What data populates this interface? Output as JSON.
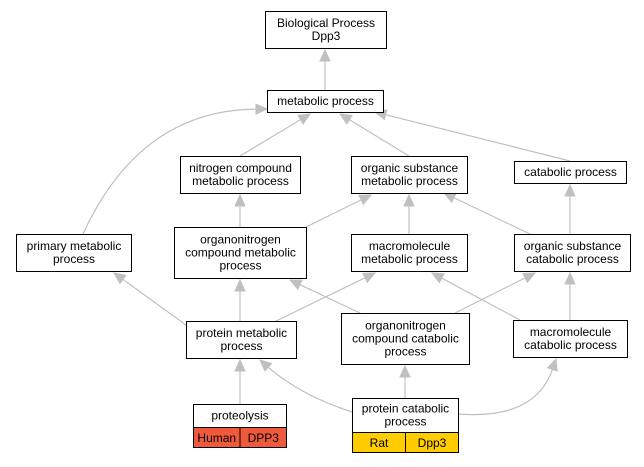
{
  "graph": {
    "nodes": [
      {
        "id": "root",
        "lines": [
          "Biological Process",
          "Dpp3"
        ]
      },
      {
        "id": "metabolic",
        "lines": [
          "metabolic process"
        ]
      },
      {
        "id": "nitrogen",
        "lines": [
          "nitrogen compound",
          "metabolic process"
        ]
      },
      {
        "id": "orgsub_met",
        "lines": [
          "organic substance",
          "metabolic process"
        ]
      },
      {
        "id": "catabolic",
        "lines": [
          "catabolic process"
        ]
      },
      {
        "id": "primary",
        "lines": [
          "primary metabolic",
          "process"
        ]
      },
      {
        "id": "organonit_met",
        "lines": [
          "organonitrogen",
          "compound metabolic",
          "process"
        ]
      },
      {
        "id": "macro_met",
        "lines": [
          "macromolecule",
          "metabolic process"
        ]
      },
      {
        "id": "orgsub_cat",
        "lines": [
          "organic substance",
          "catabolic process"
        ]
      },
      {
        "id": "protein_met",
        "lines": [
          "protein metabolic",
          "process"
        ]
      },
      {
        "id": "organonit_cat",
        "lines": [
          "organonitrogen",
          "compound catabolic",
          "process"
        ]
      },
      {
        "id": "macro_cat",
        "lines": [
          "macromolecule",
          "catabolic process"
        ]
      },
      {
        "id": "proteolysis",
        "lines": [
          "proteolysis"
        ]
      },
      {
        "id": "protein_cat",
        "lines": [
          "protein catabolic",
          "process"
        ]
      }
    ],
    "tags": [
      {
        "node": "proteolysis",
        "species": "Human",
        "gene": "DPP3",
        "color": "#f05a3c"
      },
      {
        "node": "protein_cat",
        "species": "Rat",
        "gene": "Dpp3",
        "color": "#ffcc00"
      }
    ],
    "edges": [
      {
        "from": "metabolic",
        "to": "root"
      },
      {
        "from": "nitrogen",
        "to": "metabolic"
      },
      {
        "from": "orgsub_met",
        "to": "metabolic"
      },
      {
        "from": "catabolic",
        "to": "metabolic"
      },
      {
        "from": "primary",
        "to": "metabolic"
      },
      {
        "from": "organonit_met",
        "to": "nitrogen"
      },
      {
        "from": "organonit_met",
        "to": "orgsub_met"
      },
      {
        "from": "macro_met",
        "to": "orgsub_met"
      },
      {
        "from": "orgsub_cat",
        "to": "orgsub_met"
      },
      {
        "from": "orgsub_cat",
        "to": "catabolic"
      },
      {
        "from": "protein_met",
        "to": "primary"
      },
      {
        "from": "protein_met",
        "to": "organonit_met"
      },
      {
        "from": "protein_met",
        "to": "macro_met"
      },
      {
        "from": "organonit_cat",
        "to": "organonit_met"
      },
      {
        "from": "organonit_cat",
        "to": "orgsub_cat"
      },
      {
        "from": "macro_cat",
        "to": "macro_met"
      },
      {
        "from": "macro_cat",
        "to": "orgsub_cat"
      },
      {
        "from": "proteolysis",
        "to": "protein_met"
      },
      {
        "from": "protein_cat",
        "to": "protein_met"
      },
      {
        "from": "protein_cat",
        "to": "organonit_cat"
      },
      {
        "from": "protein_cat",
        "to": "macro_cat"
      }
    ]
  }
}
